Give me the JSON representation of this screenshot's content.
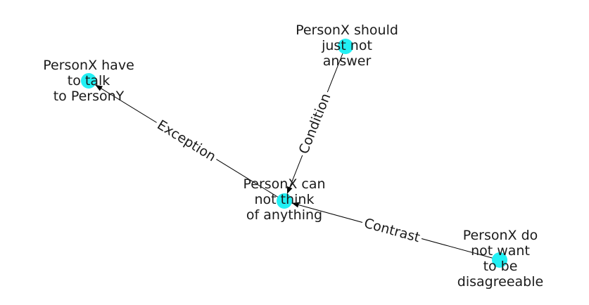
{
  "colors": {
    "node": "#22f0f4",
    "edge": "#000000",
    "text": "#1a1a1a",
    "background": "#ffffff"
  },
  "nodes": [
    {
      "id": "can-not-think",
      "lines": [
        "PersonX can",
        "not think",
        "of anything"
      ]
    },
    {
      "id": "have-to-talk",
      "lines": [
        "PersonX have",
        "to talk",
        "to PersonY"
      ]
    },
    {
      "id": "should-not-answer",
      "lines": [
        "PersonX should",
        "just not",
        "answer"
      ]
    },
    {
      "id": "not-want-disagreeable",
      "lines": [
        "PersonX do",
        "not want",
        "to be",
        "disagreeable"
      ]
    }
  ],
  "edges": [
    {
      "from": "can-not-think",
      "to": "have-to-talk",
      "label": "Exception"
    },
    {
      "from": "should-not-answer",
      "to": "can-not-think",
      "label": "Condition"
    },
    {
      "from": "not-want-disagreeable",
      "to": "can-not-think",
      "label": "Contrast"
    }
  ]
}
